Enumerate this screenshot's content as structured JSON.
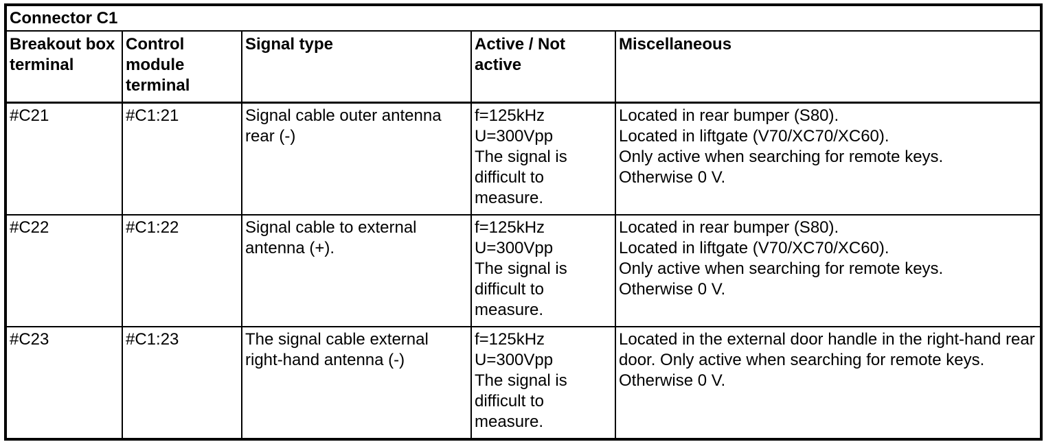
{
  "colors": {
    "border": "#000000",
    "text": "#000000",
    "background": "#ffffff"
  },
  "table": {
    "title": "Connector C1",
    "columns": [
      "Breakout box terminal",
      "Control module terminal",
      "Signal type",
      "Active / Not active",
      "Miscellaneous"
    ],
    "rows": [
      {
        "breakout_terminal": "#C21",
        "control_module_terminal": "#C1:21",
        "signal_type": "Signal cable outer antenna rear (-)",
        "active_lines": [
          "f=125kHz",
          "U=300Vpp",
          "The signal is difficult to measure."
        ],
        "misc_lines": [
          "Located in rear bumper (S80).",
          "Located in liftgate (V70/XC70/XC60).",
          "Only active when searching for remote keys.",
          "Otherwise 0 V."
        ]
      },
      {
        "breakout_terminal": "#C22",
        "control_module_terminal": "#C1:22",
        "signal_type": "Signal cable to external antenna (+).",
        "active_lines": [
          "f=125kHz",
          "U=300Vpp",
          "The signal is difficult to measure."
        ],
        "misc_lines": [
          "Located in rear bumper (S80).",
          "Located in liftgate (V70/XC70/XC60).",
          "Only active when searching for remote keys.",
          "Otherwise 0 V."
        ]
      },
      {
        "breakout_terminal": "#C23",
        "control_module_terminal": "#C1:23",
        "signal_type": "The signal cable external right-hand antenna (-)",
        "active_lines": [
          "f=125kHz",
          "U=300Vpp",
          "The signal is difficult to measure."
        ],
        "misc_lines": [
          "Located in the external door handle in the right-hand rear door. Only active when searching for remote keys. Otherwise 0 V."
        ]
      }
    ]
  }
}
